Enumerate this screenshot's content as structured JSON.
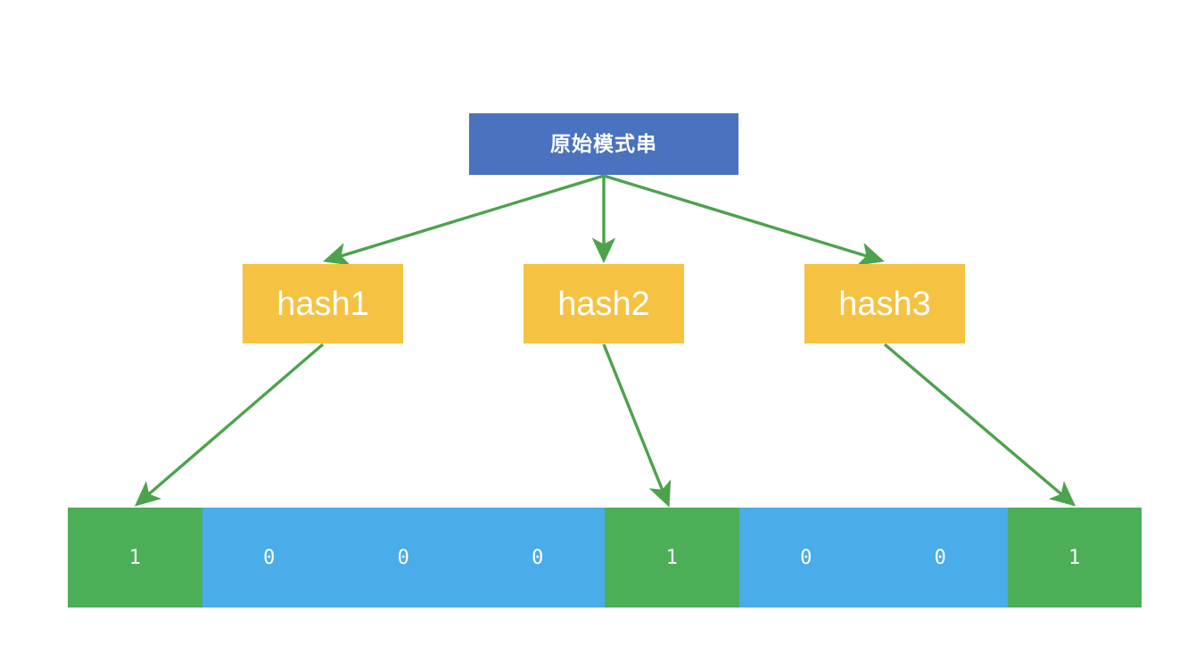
{
  "diagram": {
    "title_node": {
      "label": "原始模式串",
      "color": "#4A72BE"
    },
    "hash_nodes": [
      {
        "label": "hash1",
        "color": "#F5C242"
      },
      {
        "label": "hash2",
        "color": "#F5C242"
      },
      {
        "label": "hash3",
        "color": "#F5C242"
      }
    ],
    "arrow_color": "#4CA34C",
    "bit_array": {
      "on_color": "#4CAE57",
      "off_color": "#4AACE9",
      "cells": [
        {
          "value": "1",
          "state": "on"
        },
        {
          "value": "0",
          "state": "off"
        },
        {
          "value": "0",
          "state": "off"
        },
        {
          "value": "0",
          "state": "off"
        },
        {
          "value": "1",
          "state": "on"
        },
        {
          "value": "0",
          "state": "off"
        },
        {
          "value": "0",
          "state": "off"
        },
        {
          "value": "1",
          "state": "on"
        }
      ]
    }
  }
}
